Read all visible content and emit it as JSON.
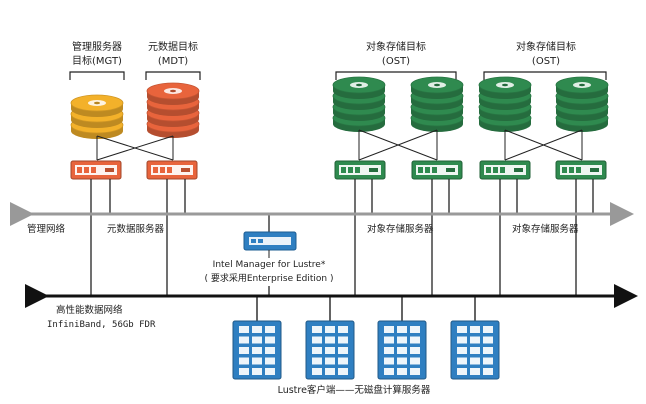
{
  "mds": {
    "mgt_title": "管理服务器",
    "mgt_sub": "目标(MGT)",
    "mdt_title": "元数据目标",
    "mdt_sub": "(MDT)",
    "server_label": "元数据服务器"
  },
  "oss": {
    "group_title": "对象存储目标",
    "group_sub": "(OST)",
    "server_label": "对象存储服务器"
  },
  "networks": {
    "management": "管理网络",
    "hpc": "高性能数据网络",
    "hpc_sub": "InfiniBand, 56Gb FDR"
  },
  "manager": {
    "line1": "Intel Manager for Lustre*",
    "line2": "( 要求采用Enterprise Edition )"
  },
  "clients": {
    "label": "Lustre客户端——无磁盘计算服务器"
  },
  "colors": {
    "mgt_disk": "#f3b12a",
    "mdt_disk": "#e8643c",
    "ost_disk": "#2f8a4f",
    "mds_server": "#e8643c",
    "oss_server": "#2f8a4f",
    "client_server": "#2f7fc1",
    "network_line": "#999999"
  }
}
